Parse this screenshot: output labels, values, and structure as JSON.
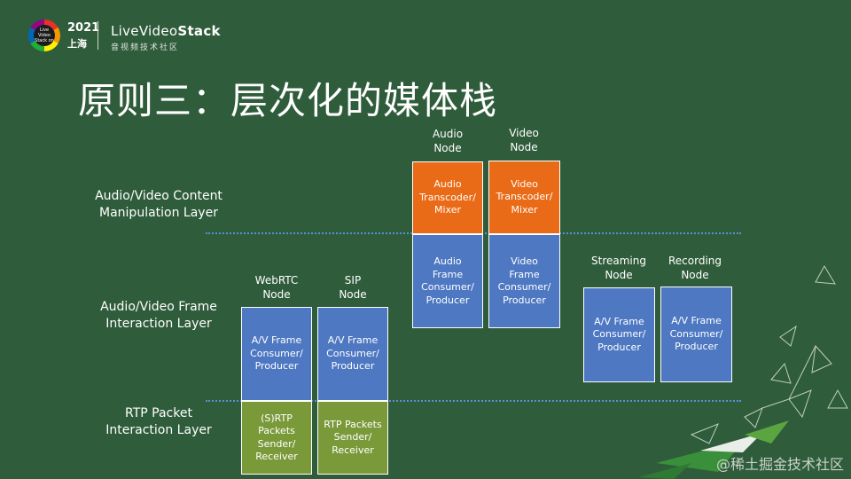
{
  "header": {
    "logo_text": "Live Video Stack on",
    "year": "2021",
    "city": "上海",
    "brand_prefix": "LiveVideo",
    "brand_suffix": "Stack",
    "brand_sub": "音视频技术社区"
  },
  "title": "原则三：层次化的媒体栈",
  "layers": {
    "content": [
      "Audio/Video Content",
      "Manipulation Layer"
    ],
    "frame": [
      "Audio/Video Frame",
      "Interaction Layer"
    ],
    "packet": [
      "RTP Packet",
      "Interaction Layer"
    ]
  },
  "nodes": {
    "webrtc": {
      "label": [
        "WebRTC",
        "Node"
      ],
      "frame": [
        "A/V Frame",
        "Consumer/",
        "Producer"
      ],
      "packet": [
        "(S)RTP",
        "Packets",
        "Sender/",
        "Receiver"
      ]
    },
    "sip": {
      "label": [
        "SIP",
        "Node"
      ],
      "frame": [
        "A/V Frame",
        "Consumer/",
        "Producer"
      ],
      "packet": [
        "RTP Packets",
        "Sender/",
        "Receiver"
      ]
    },
    "audio": {
      "label": [
        "Audio",
        "Node"
      ],
      "content": [
        "Audio",
        "Transcoder/",
        "Mixer"
      ],
      "frame": [
        "Audio",
        "Frame",
        "Consumer/",
        "Producer"
      ]
    },
    "video": {
      "label": [
        "Video",
        "Node"
      ],
      "content": [
        "Video",
        "Transcoder/",
        "Mixer"
      ],
      "frame": [
        "Video",
        "Frame",
        "Consumer/",
        "Producer"
      ]
    },
    "streaming": {
      "label": [
        "Streaming",
        "Node"
      ],
      "frame": [
        "A/V Frame",
        "Consumer/",
        "Producer"
      ]
    },
    "recording": {
      "label": [
        "Recording",
        "Node"
      ],
      "frame": [
        "A/V Frame",
        "Consumer/",
        "Producer"
      ]
    }
  },
  "watermark": "@稀土掘金技术社区",
  "colors": {
    "background": "#2f5c3b",
    "frame_box": "#4e78c2",
    "content_box": "#ea6b17",
    "packet_box": "#7a9a3a",
    "dotted_line": "#5b8fd6"
  }
}
